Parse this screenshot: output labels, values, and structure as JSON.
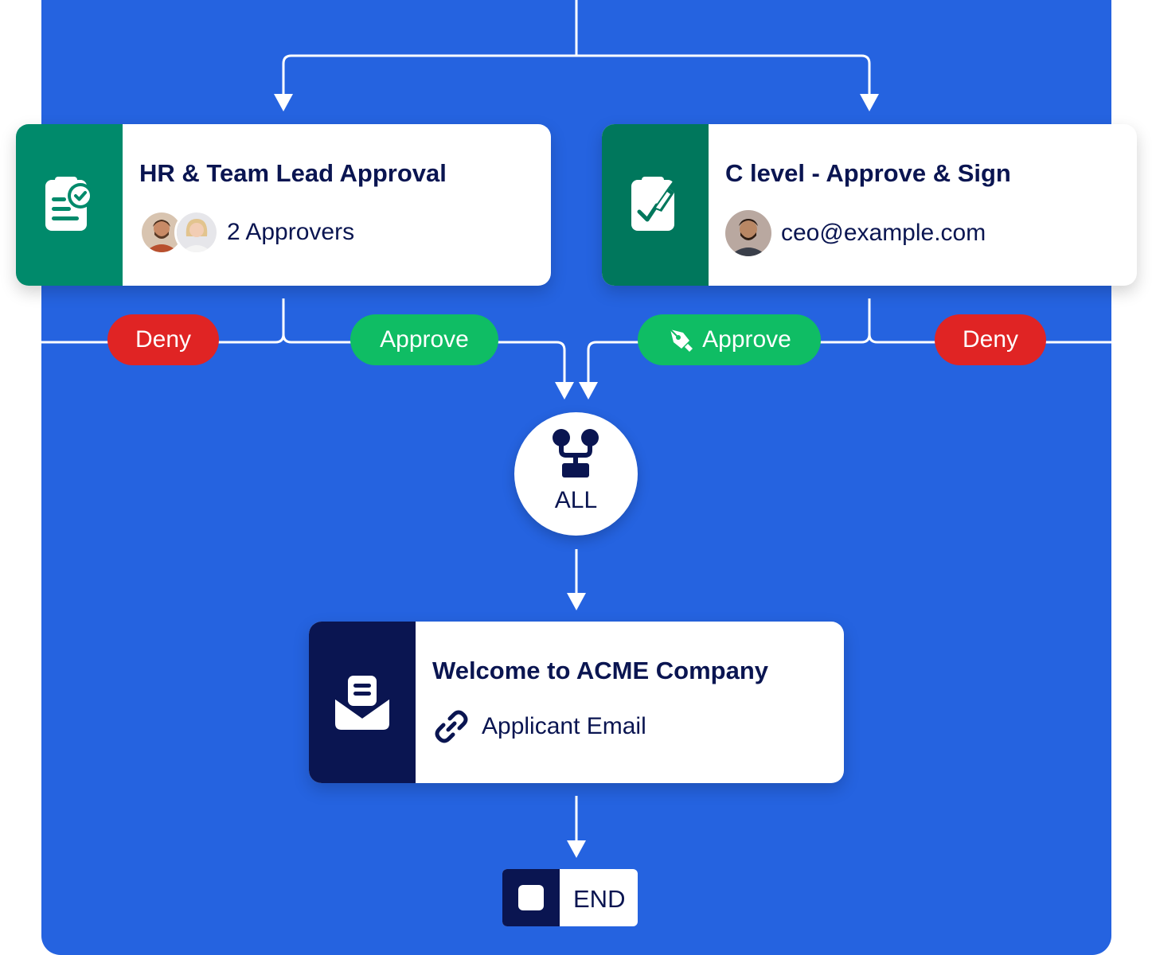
{
  "cards": {
    "hr": {
      "title": "HR & Team Lead Approval",
      "subtitle": "2 Approvers",
      "side_color": "#008a6b",
      "icon": "clipboard-check-icon"
    },
    "clevel": {
      "title": "C level - Approve & Sign",
      "subtitle": "ceo@example.com",
      "side_color": "#00775c",
      "icon": "clipboard-pen-icon"
    },
    "welcome": {
      "title": "Welcome to ACME Company",
      "subtitle": "Applicant Email",
      "side_color": "#0a1551",
      "icon": "open-envelope-icon",
      "subtitle_icon": "link-icon"
    }
  },
  "branches": {
    "hr_deny": "Deny",
    "hr_approve": "Approve",
    "clevel_approve": "Approve",
    "clevel_deny": "Deny"
  },
  "all_node": {
    "label": "ALL",
    "icon": "merge-icon"
  },
  "end_node": {
    "label": "END",
    "icon": "stop-square-icon"
  },
  "colors": {
    "canvas": "#2563e0",
    "deny": "#e02424",
    "approve": "#0fbd64",
    "text": "#0a1551",
    "connector": "#ffffff"
  }
}
